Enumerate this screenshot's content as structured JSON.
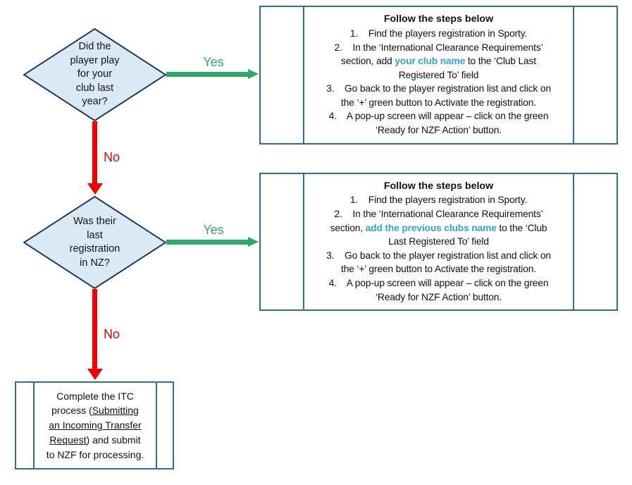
{
  "colors": {
    "box_border": "#2e6da4",
    "diamond_fill": "#d9e9f6",
    "diamond_border": "#1f3a5f",
    "yes_green": "#2bab6b",
    "no_red": "#f10000",
    "highlight_blue": "#2fa3e0",
    "text_ink": "#111111"
  },
  "diamonds": [
    {
      "text": "Did the\nplayer play\nfor your\nclub last\nyear?"
    },
    {
      "text": "Was their\nlast\nregistration\nin NZ?"
    }
  ],
  "connectors": {
    "yes1": "Yes",
    "no1": "No",
    "yes2": "Yes",
    "no2": "No"
  },
  "step_boxes": [
    {
      "title": "Follow the steps below",
      "steps": [
        {
          "segments": [
            {
              "t": "1.    Find the players registration in Sporty."
            }
          ]
        },
        {
          "segments": [
            {
              "t": "2.    In the ‘International Clearance Requirements’\nsection, add "
            },
            {
              "t": "your club name",
              "c": "blue"
            },
            {
              "t": " to the ‘Club Last\nRegistered To’ field"
            }
          ]
        },
        {
          "segments": [
            {
              "t": "3.    Go back to the player registration list and click on\nthe ‘+’ green button to Activate the registration."
            }
          ]
        },
        {
          "segments": [
            {
              "t": "4.    A pop-up screen will appear – click on the green\n‘Ready for NZF Action’ button."
            }
          ]
        }
      ]
    },
    {
      "title": "Follow the steps below",
      "steps": [
        {
          "segments": [
            {
              "t": "1.    Find the players registration in Sporty."
            }
          ]
        },
        {
          "segments": [
            {
              "t": "2.    In the ‘International Clearance Requirements’\nsection, "
            },
            {
              "t": "add the previous clubs name",
              "c": "blue"
            },
            {
              "t": " to the ‘Club\nLast Registered To’ field"
            }
          ]
        },
        {
          "segments": [
            {
              "t": "3.    Go back to the player registration list and click on\nthe ‘+’ green button to Activate the registration."
            }
          ]
        },
        {
          "segments": [
            {
              "t": "4.    A pop-up screen will appear – click on the green\n‘Ready for NZF Action’ button."
            }
          ]
        }
      ]
    }
  ],
  "end_box": {
    "segments": [
      {
        "t": "Complete the ITC\nprocess ("
      },
      {
        "t": "Submitting\nan Incoming Transfer\nRequest",
        "u": true,
        "name": "itc-process-link",
        "link": true
      },
      {
        "t": ") and submit\nto NZF for processing."
      }
    ]
  }
}
